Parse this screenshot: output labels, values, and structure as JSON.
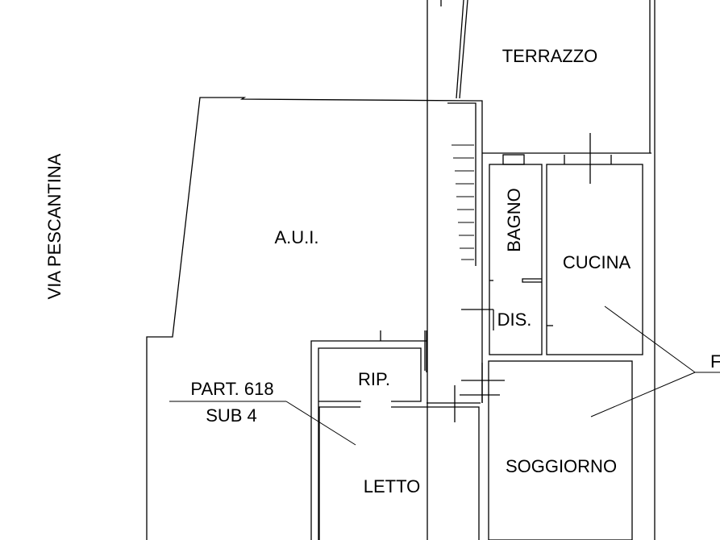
{
  "street": "VIA PESCANTINA",
  "rooms": {
    "terrazzo": "TERRAZZO",
    "aui": "A.U.I.",
    "bagno": "BAGNO",
    "cucina": "CUCINA",
    "dis": "DIS.",
    "rip": "RIP.",
    "letto": "LETTO",
    "soggiorno": "SOGGIORNO"
  },
  "parcel": {
    "part": "PART. 618",
    "sub": "SUB 4"
  },
  "callout_letter": "F"
}
